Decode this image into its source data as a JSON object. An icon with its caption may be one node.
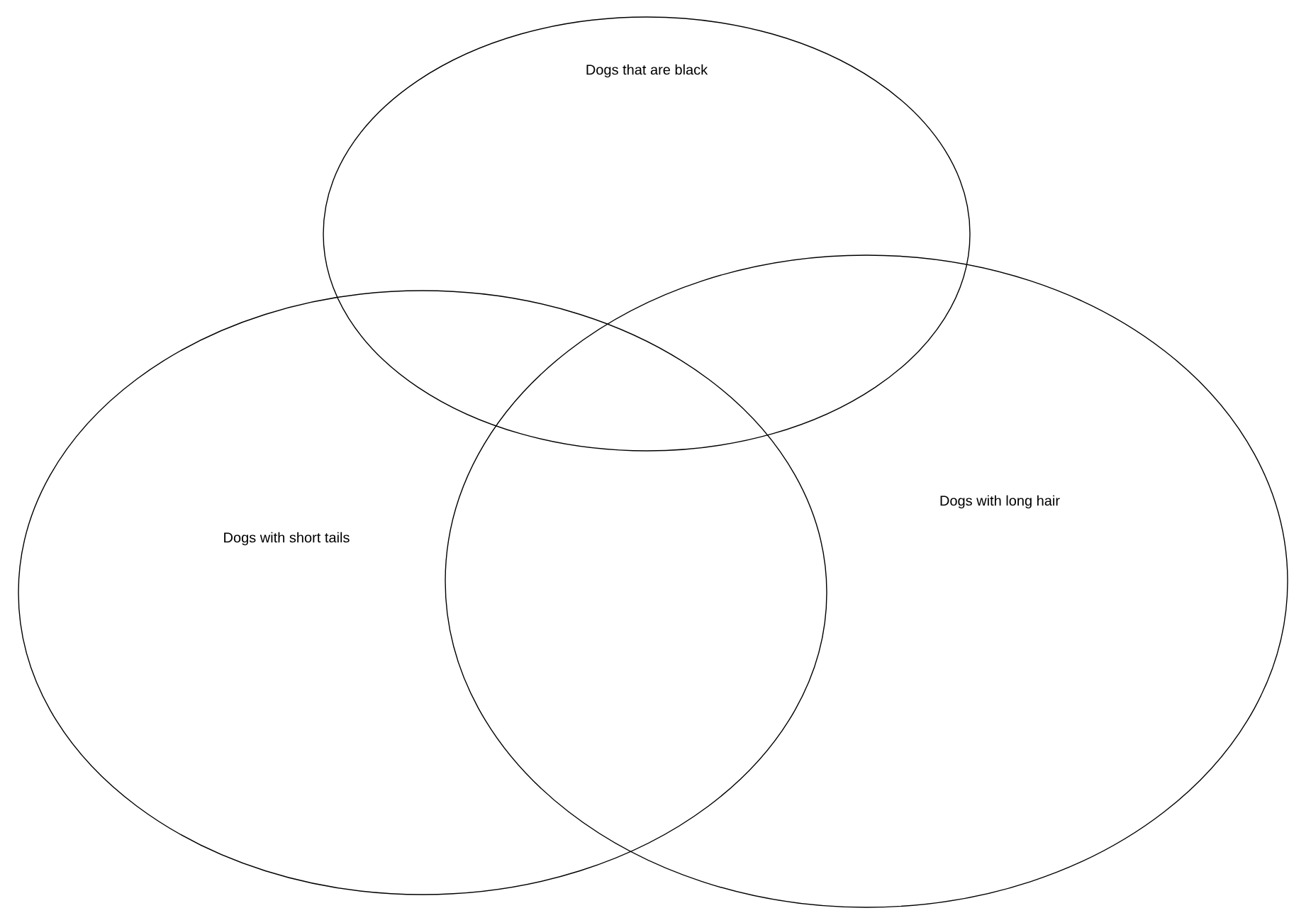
{
  "diagram": {
    "nodes": [
      {
        "text": [
          "Dogs that are black"
        ]
      },
      {
        "text": [
          "Dogs with short tails"
        ]
      },
      {
        "text": [
          "Dogs with long hair"
        ]
      }
    ]
  }
}
